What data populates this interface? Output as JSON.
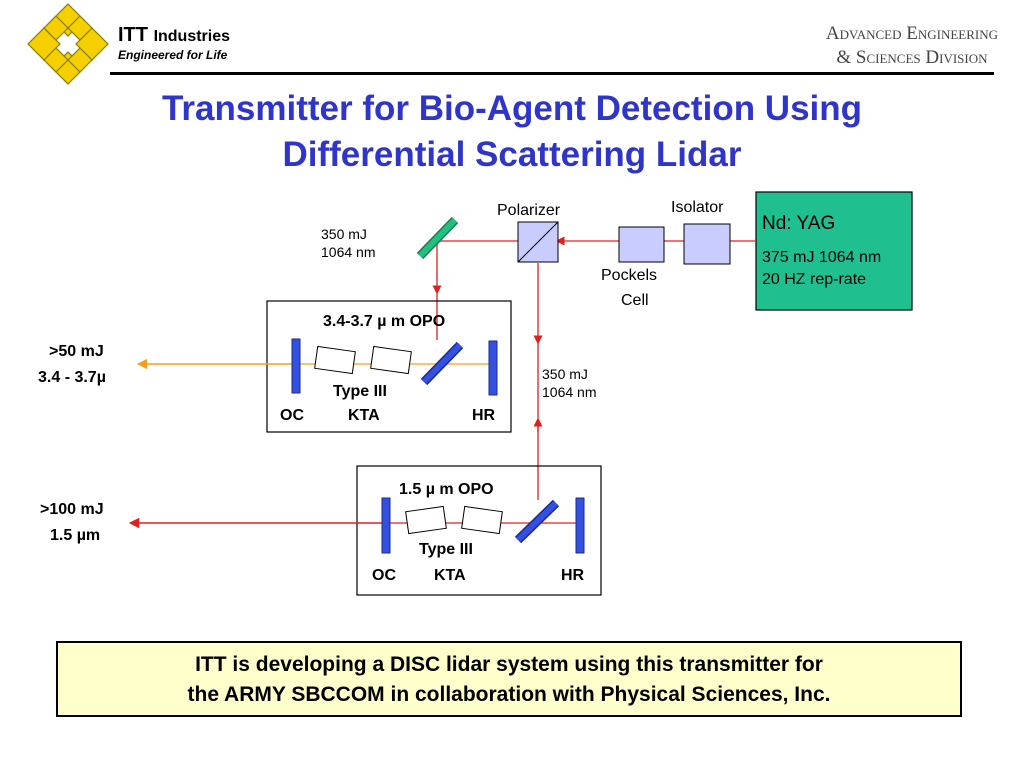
{
  "header": {
    "logo_itt": "ITT",
    "logo_industries": "Industries",
    "logo_tagline": "Engineered for Life",
    "division_line1": "Advanced Engineering",
    "division_line2": "& Sciences Division"
  },
  "title": {
    "line1": "Transmitter for Bio-Agent Detection Using",
    "line2": "Differential Scattering Lidar"
  },
  "diagram": {
    "mirror_energy": "350 mJ",
    "mirror_wavelength": "1064 nm",
    "polarizer": "Polarizer",
    "isolator": "Isolator",
    "pockels_line1": "Pockels",
    "pockels_line2": "Cell",
    "laser_name": "Nd: YAG",
    "laser_spec1": "375 mJ 1064 nm",
    "laser_spec2": "20 HZ rep-rate",
    "beam_energy": "350 mJ",
    "beam_wavelength": "1064 nm",
    "opo_top_title": "3.4-3.7 µ m OPO",
    "opo_top_crystal_line1": "Type III",
    "opo_top_crystal_line2": "KTA",
    "opo_top_oc": "OC",
    "opo_top_hr": "HR",
    "out_top_energy": ">50 mJ",
    "out_top_wavelength": "3.4 - 3.7µ",
    "opo_bottom_title": "1.5  µ m OPO",
    "opo_bottom_crystal_line1": "Type III",
    "opo_bottom_crystal_line2": "KTA",
    "opo_bottom_oc": "OC",
    "opo_bottom_hr": "HR",
    "out_bottom_energy": ">100 mJ",
    "out_bottom_wavelength": "1.5 µm"
  },
  "note": {
    "line1": "ITT is developing a DISC lidar system using this transmitter for",
    "line2": "the ARMY SBCCOM in collaboration with Physical Sciences, Inc."
  },
  "colors": {
    "title": "#2f35c8",
    "beam_red": "#e02020",
    "beam_orange": "#f0a020",
    "laser_box": "#1fbf8f",
    "mirror_blue": "#3350e0",
    "mirror_green": "#20b070",
    "logo_yellow": "#f5d000",
    "note_bg": "#ffffcc"
  }
}
